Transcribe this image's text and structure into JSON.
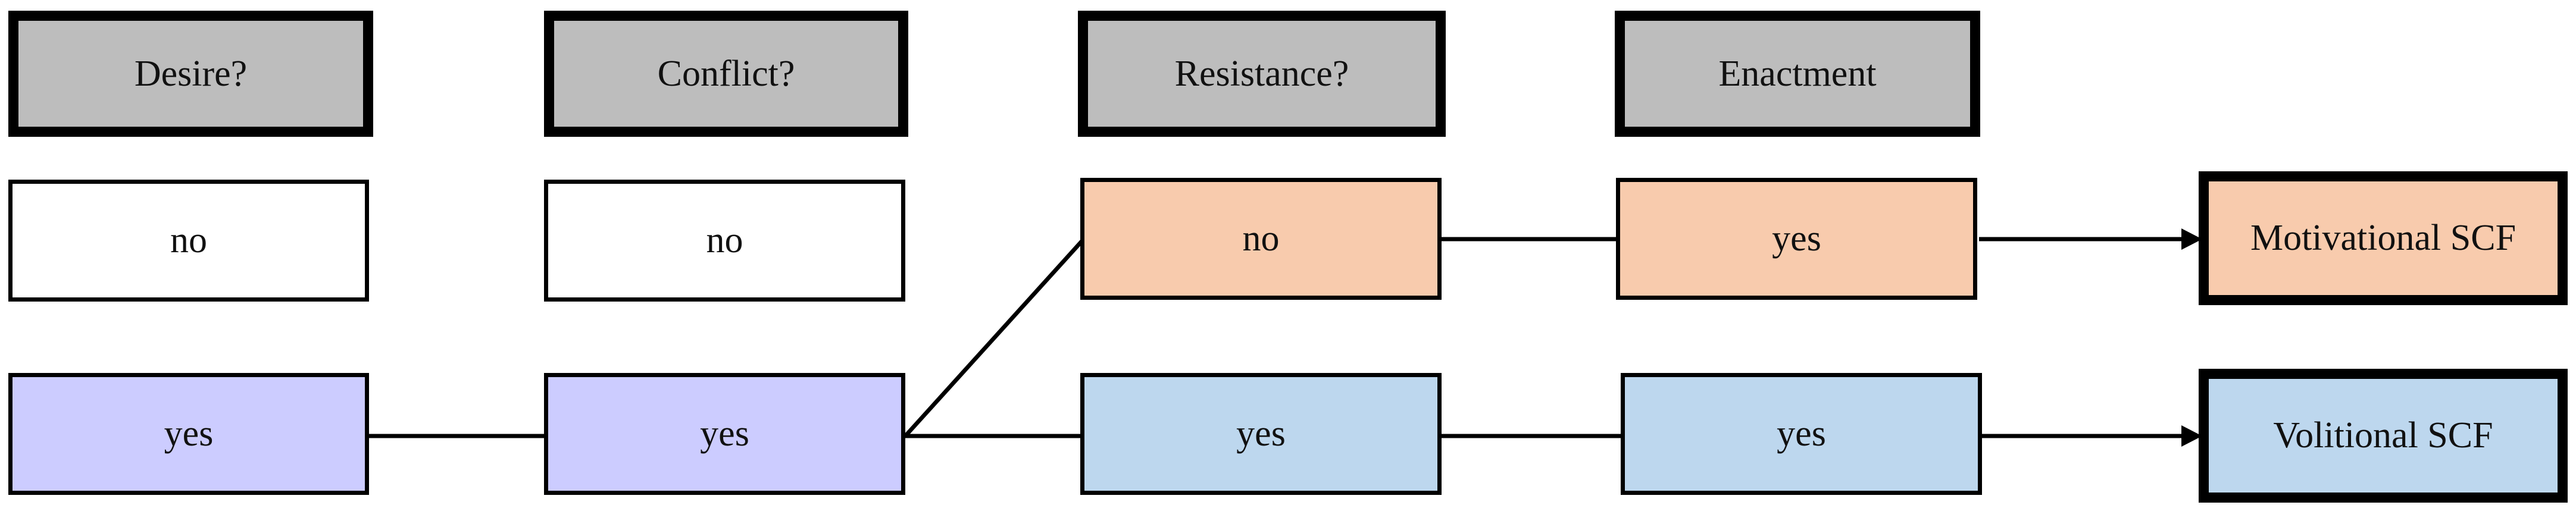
{
  "colors": {
    "header_fill": "#bdbdbd",
    "white": "#ffffff",
    "purple": "#ccccff",
    "orange": "#f8cbad",
    "blue": "#bdd7ee",
    "stroke": "#000000"
  },
  "headers": {
    "desire": "Desire?",
    "conflict": "Conflict?",
    "resistance": "Resistance?",
    "enactment": "Enactment"
  },
  "row_no": {
    "desire": "no",
    "conflict": "no",
    "resistance": "no",
    "enactment": "yes",
    "outcome": "Motivational SCF"
  },
  "row_yes": {
    "desire": "yes",
    "conflict": "yes",
    "resistance": "yes",
    "enactment": "yes",
    "outcome": "Volitional SCF"
  }
}
